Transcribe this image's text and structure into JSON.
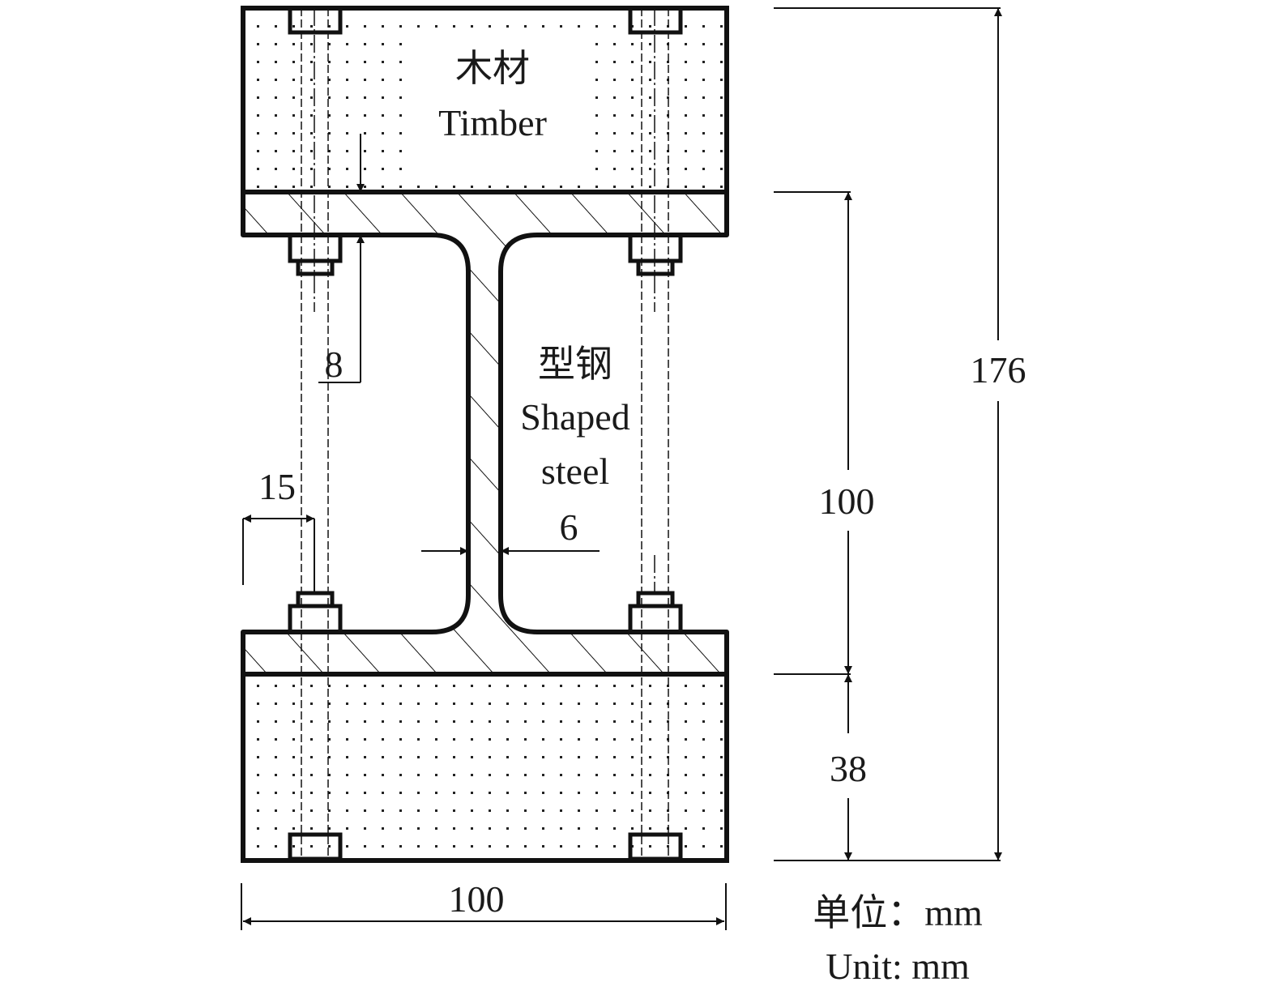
{
  "labels": {
    "timber_cn": "木材",
    "timber_en": "Timber",
    "steel_cn": "型钢",
    "steel_en_1": "Shaped",
    "steel_en_2": "steel",
    "unit_cn": "单位：mm",
    "unit_en": "Unit: mm"
  },
  "dimensions": {
    "flange_thickness": "8",
    "bolt_edge_distance": "15",
    "web_thickness": "6",
    "total_height": "176",
    "steel_height": "100",
    "timber_height": "38",
    "width": "100"
  }
}
